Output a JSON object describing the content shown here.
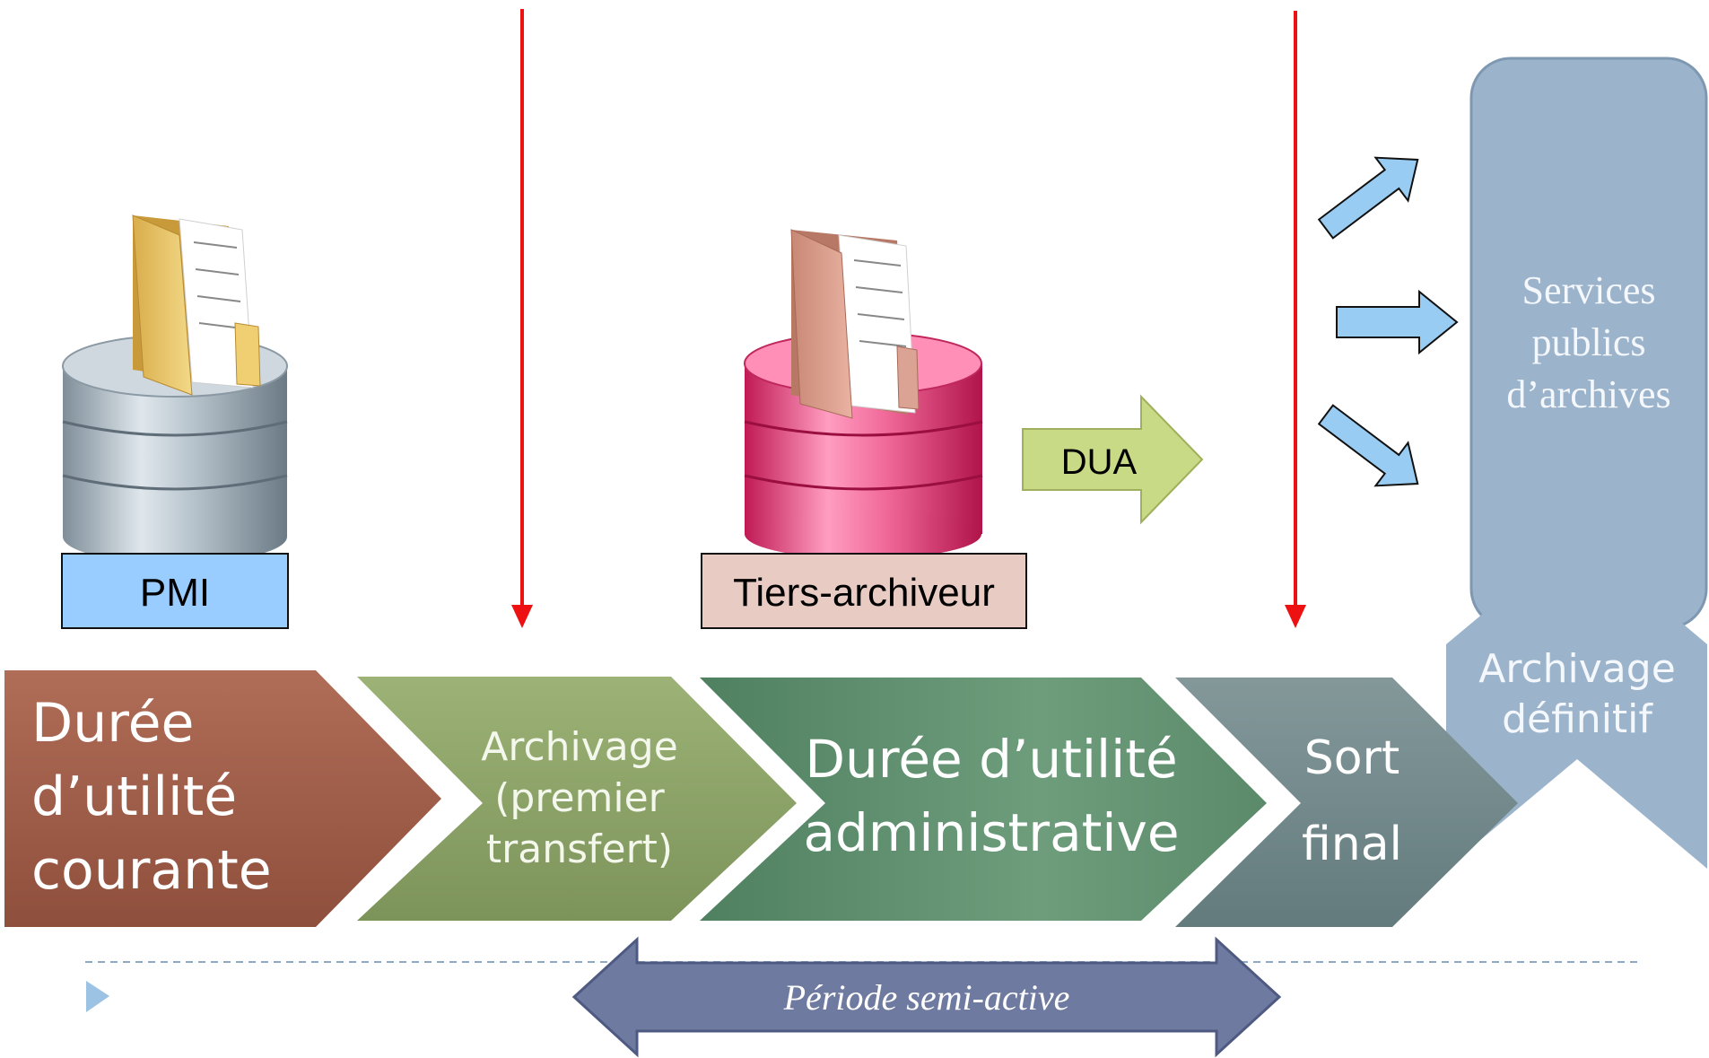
{
  "labels": {
    "pmi": "PMI",
    "tiers_archiveur": "Tiers-archiveur",
    "dua": "DUA",
    "services_line1": "Services",
    "services_line2": "publics",
    "services_line3": "d’archives",
    "archivage_def_line1": "Archivage",
    "archivage_def_line2": "définitif",
    "periode": "Période semi-active"
  },
  "phases": [
    {
      "lines": [
        "Durée",
        "d’utilité",
        "courante"
      ]
    },
    {
      "lines": [
        "Archivage",
        "(premier",
        "transfert)"
      ]
    },
    {
      "lines": [
        "Durée d’utilité",
        "administrative"
      ]
    },
    {
      "lines": [
        "Sort",
        "final"
      ]
    }
  ],
  "colors": {
    "phase1": "#a4614c",
    "phase2": "#8fa56a",
    "phase3": "#5e8f6e",
    "phase4": "#748b8b",
    "services_box": "#9bb3cb",
    "periode_arrow": "#6f7aa0",
    "red_marker": "#ee1111",
    "pmi_box": "#99ccff",
    "tiers_box": "#e8cbc2",
    "dua_arrow": "#c9da86",
    "blue_arrows": "#99ccf2"
  },
  "icons": {
    "database_grey": "database-grey-icon",
    "database_pink": "database-pink-icon",
    "folder_yellow": "folder-yellow-icon",
    "folder_pink": "folder-pink-icon",
    "bullet": "triangle-bullet-icon"
  }
}
